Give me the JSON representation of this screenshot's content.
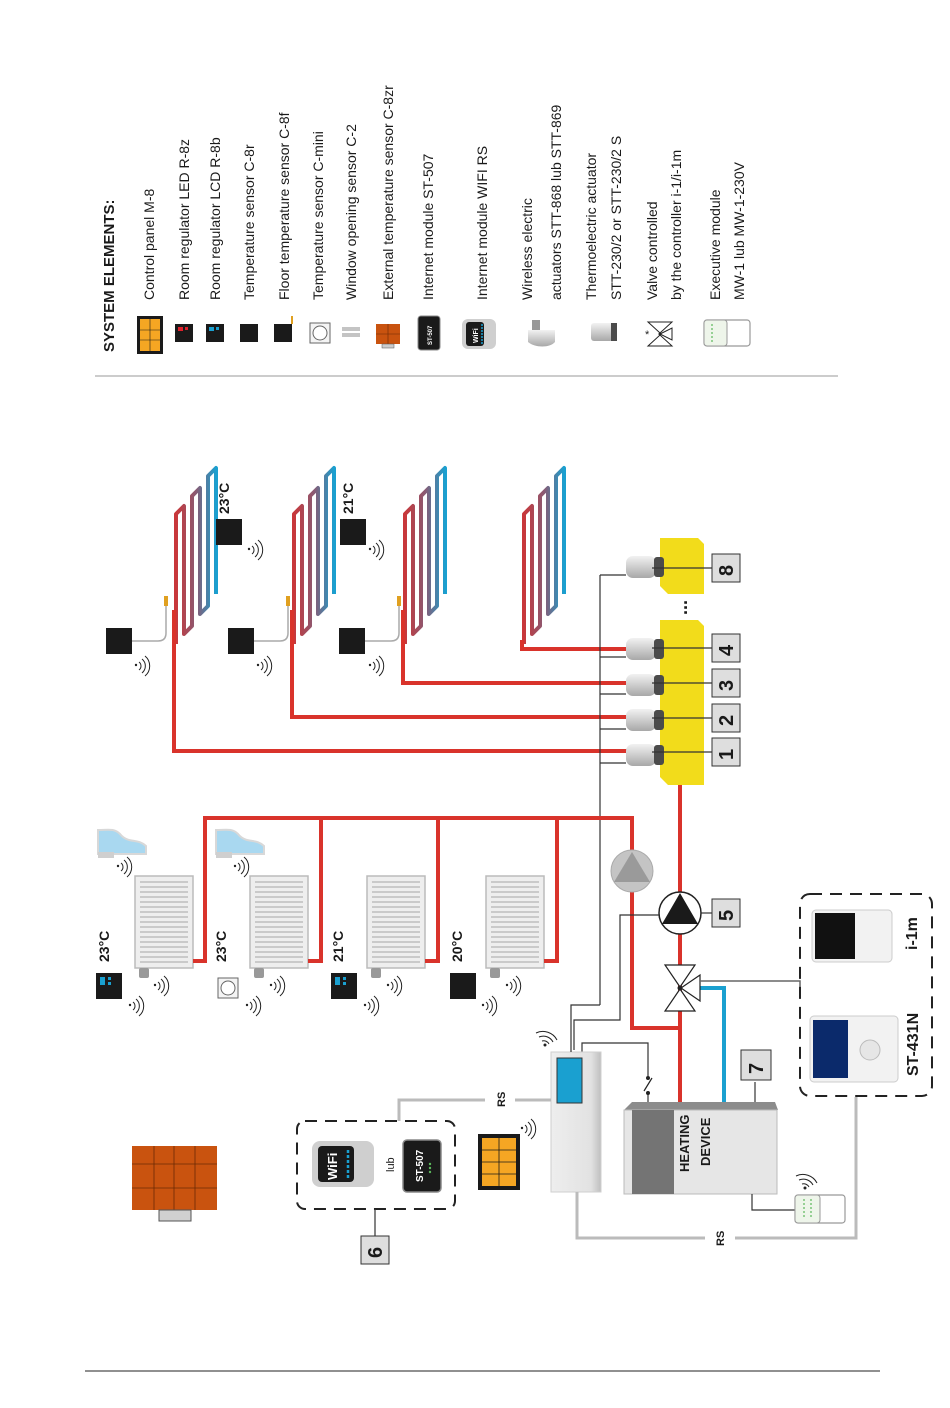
{
  "legend": {
    "title": "SYSTEM ELEMENTS:",
    "items": [
      {
        "icon": "control-panel-icon",
        "label": "Control panel M-8"
      },
      {
        "icon": "room-regulator-led-icon",
        "label": "Room regulator LED R-8z"
      },
      {
        "icon": "room-regulator-lcd-icon",
        "label": "Room regulator LCD R-8b"
      },
      {
        "icon": "temperature-sensor-icon",
        "label": "Temperature sensor C-8r"
      },
      {
        "icon": "floor-temperature-sensor-icon",
        "label": "Floor temperature sensor C-8f"
      },
      {
        "icon": "temperature-sensor-mini-icon",
        "label": "Temperature sensor C-mini"
      },
      {
        "icon": "window-sensor-icon",
        "label": "Window opening sensor C-2"
      },
      {
        "icon": "external-sensor-icon",
        "label": "External temperature sensor C-8zr"
      },
      {
        "icon": "internet-module-st507-icon",
        "label": "Internet module ST-507"
      },
      {
        "icon": "internet-module-wifi-icon",
        "label": "Internet module WIFI RS"
      },
      {
        "icon": "wireless-actuator-icon",
        "label_lines": [
          "Wireless electric",
          "actuators STT-868 lub STT-869"
        ]
      },
      {
        "icon": "thermoelectric-actuator-icon",
        "label_lines": [
          "Thermoelectric actuator",
          "STT-230/2 or STT-230/2 S"
        ]
      },
      {
        "icon": "valve-icon",
        "label_lines": [
          "Valve controlled",
          "by the controller i-1/i-1m"
        ]
      },
      {
        "icon": "executive-module-icon",
        "label_lines": [
          "Executive module",
          "MW-1 lub MW-1-230V"
        ]
      }
    ]
  },
  "floor_zones": [
    {
      "temp": "23°C"
    },
    {
      "temp": "21°C"
    }
  ],
  "radiator_zones": [
    {
      "temp": "23°C",
      "regulator": "lcd"
    },
    {
      "temp": "23°C",
      "regulator": "mini"
    },
    {
      "temp": "21°C",
      "regulator": "lcd"
    },
    {
      "temp": "20°C",
      "regulator": "sensor"
    }
  ],
  "manifold": {
    "actuator_numbers": [
      "1",
      "2",
      "3",
      "4",
      "8"
    ],
    "ellipsis": "..."
  },
  "callouts": {
    "pump": "5",
    "internet": "6",
    "heating_device_sensor": "7"
  },
  "heating_device": {
    "line1": "HEATING",
    "line2": "DEVICE"
  },
  "internet_box": {
    "wifi": "WiFi",
    "or": "lub",
    "st507": "ST-507"
  },
  "rs_label": "RS",
  "controllers": {
    "left": "i-1m",
    "right": "ST-431N"
  },
  "colors": {
    "supply": "#d9332b",
    "return": "#1aa0d0",
    "manifold": "#f2dc1b",
    "panel": "#f5a623",
    "external_sensor": "#c9530f"
  }
}
